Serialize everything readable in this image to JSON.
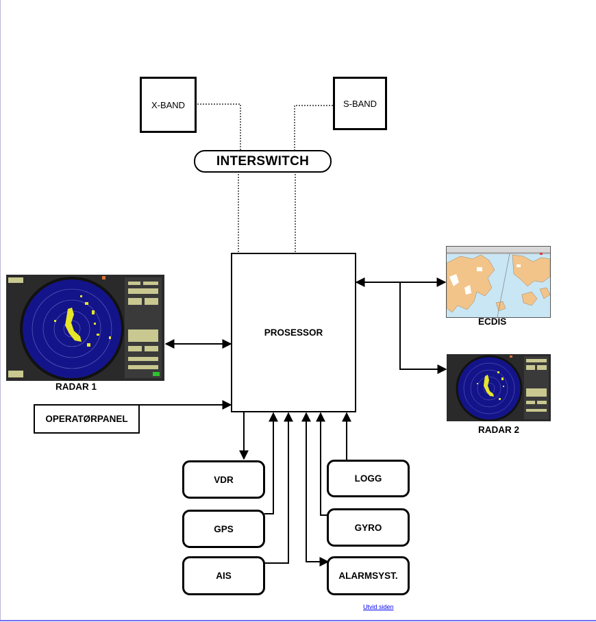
{
  "nodes": {
    "xband": "X-BAND",
    "sband": "S-BAND",
    "interswitch": "INTERSWITCH",
    "processor": "PROSESSOR",
    "operatorpanel": "OPERATØRPANEL",
    "vdr": "VDR",
    "gps": "GPS",
    "ais": "AIS",
    "logg": "LOGG",
    "gyro": "GYRO",
    "alarm": "ALARMSYST."
  },
  "captions": {
    "radar1": "RADAR 1",
    "radar2": "RADAR 2",
    "ecdis": "ECDIS"
  },
  "footer": {
    "link": "Utvid siden"
  },
  "colors": {
    "radar_scope": "#14148a",
    "radar_echo": "#e6e628",
    "radar_panel": "#2a2a2a",
    "chart_land": "#f2c48a",
    "chart_sea": "#c9e6f5",
    "chart_water": "#ffffff",
    "link": "#0000ee"
  }
}
